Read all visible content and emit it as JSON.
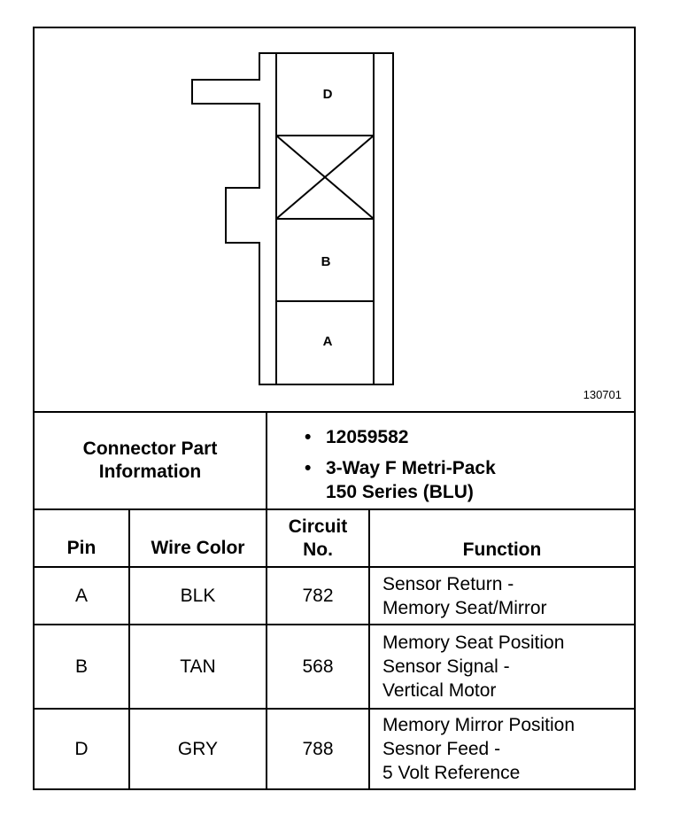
{
  "connector_drawing": {
    "cavity_labels": [
      "D",
      "B",
      "A"
    ],
    "figure_id": "130701"
  },
  "part_info": {
    "heading": "Connector Part Information",
    "items": [
      "12059582",
      "3-Way F Metri-Pack\n150 Series (BLU)"
    ]
  },
  "table": {
    "headers": {
      "pin": "Pin",
      "wire_color": "Wire Color",
      "circuit_no": "Circuit\nNo.",
      "function": "Function"
    },
    "rows": [
      {
        "pin": "A",
        "wire_color": "BLK",
        "circuit_no": "782",
        "function": "Sensor Return -\nMemory Seat/Mirror"
      },
      {
        "pin": "B",
        "wire_color": "TAN",
        "circuit_no": "568",
        "function": "Memory Seat Position\nSensor Signal -\nVertical Motor"
      },
      {
        "pin": "D",
        "wire_color": "GRY",
        "circuit_no": "788",
        "function": "Memory Mirror Position\nSesnor Feed -\n5 Volt Reference"
      }
    ]
  }
}
